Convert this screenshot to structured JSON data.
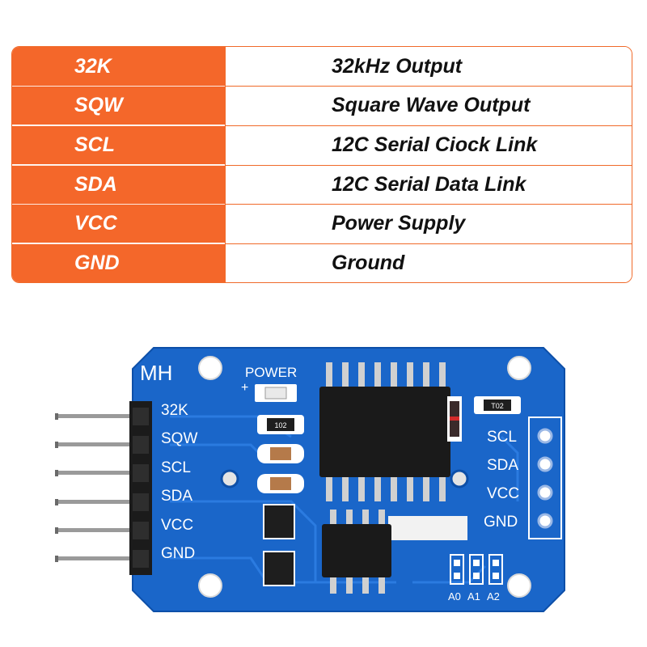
{
  "pin_table": {
    "rows": [
      {
        "pin": "32K",
        "description": "32kHz Output"
      },
      {
        "pin": "SQW",
        "description": "Square Wave Output"
      },
      {
        "pin": "SCL",
        "description": "12C Serial Ciock Link"
      },
      {
        "pin": "SDA",
        "description": "12C Serial Data Link"
      },
      {
        "pin": "VCC",
        "description": "Power Supply"
      },
      {
        "pin": "GND",
        "description": "Ground"
      }
    ]
  },
  "board": {
    "brand": "MH",
    "power_label": "POWER",
    "plus_sign": "+",
    "left_pins": [
      "32K",
      "SQW",
      "SCL",
      "SDA",
      "VCC",
      "GND"
    ],
    "right_pins": [
      "SCL",
      "SDA",
      "VCC",
      "GND"
    ],
    "address_pads": [
      "A0",
      "A1",
      "A2"
    ],
    "resistor_codes": [
      "102",
      "T02"
    ]
  },
  "colors": {
    "accent": "#f4672a",
    "board_blue": "#1a66c9",
    "board_dark_blue": "#0d4fa8",
    "chip_black": "#1a1a1a"
  }
}
